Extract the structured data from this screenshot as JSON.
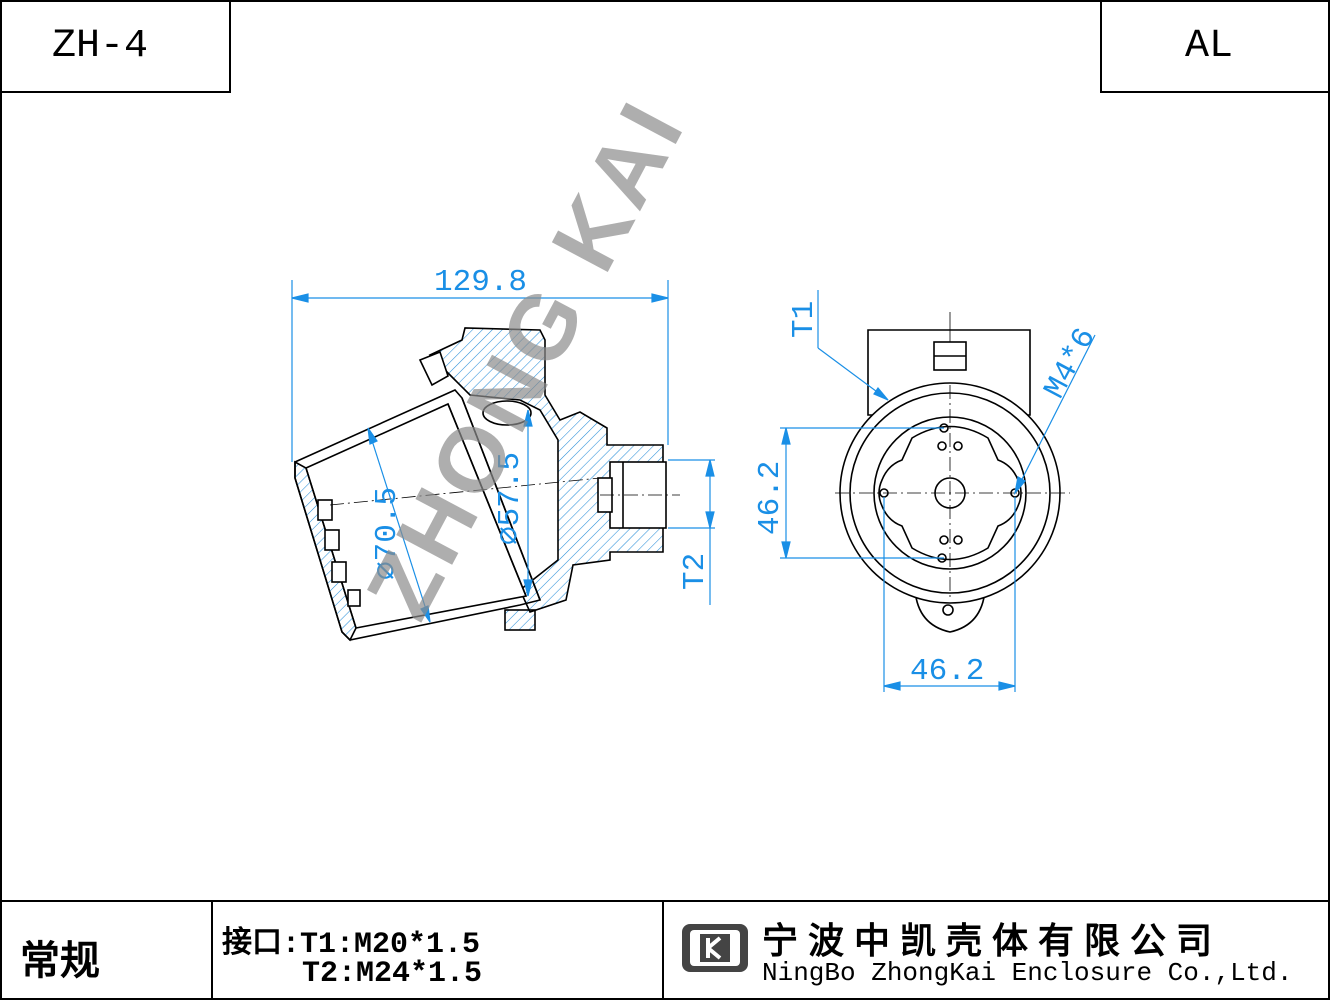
{
  "header": {
    "model_code": "ZH-4",
    "material_code": "AL"
  },
  "watermark": "ZHONG KAI",
  "dimensions": {
    "overall_length": "129.8",
    "diameter_outer": "⌀70.5",
    "diameter_inner": "⌀57.5",
    "thread_t2_label": "T2",
    "thread_t1_label": "T1",
    "height_46": "46.2",
    "width_46": "46.2",
    "screw_spec": "M4*6"
  },
  "footer": {
    "category": "常规",
    "spec_line1": "接口:T1:M20*1.5",
    "spec_line2": "T2:M24*1.5",
    "company_cn": "宁波中凯壳体有限公司",
    "company_en": "NingBo ZhongKai Enclosure Co.,Ltd."
  },
  "colors": {
    "dimension": "#1a8fe6",
    "hatch": "#2a8fd8",
    "line": "#000000",
    "watermark": "#8c8c8c"
  }
}
